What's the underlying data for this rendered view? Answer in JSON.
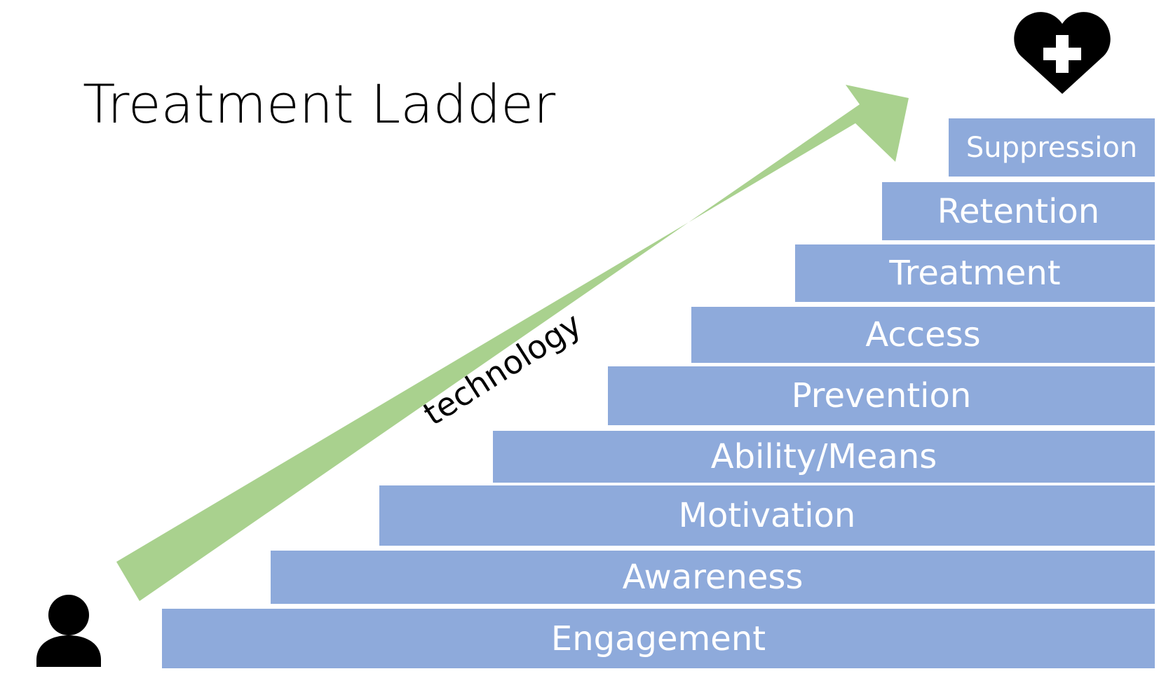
{
  "title": "Treatment Ladder",
  "arrow": {
    "label": "technology",
    "color": "#a9d18e"
  },
  "ladder": {
    "color": "#8eaadb",
    "text_color": "#ffffff",
    "steps": [
      {
        "label": "Engagement"
      },
      {
        "label": "Awareness"
      },
      {
        "label": "Motivation"
      },
      {
        "label": "Ability/Means"
      },
      {
        "label": "Prevention"
      },
      {
        "label": "Access"
      },
      {
        "label": "Treatment"
      },
      {
        "label": "Retention"
      },
      {
        "label": "Suppression"
      }
    ]
  },
  "icons": {
    "start": "person-icon",
    "goal": "heart-plus-icon"
  }
}
